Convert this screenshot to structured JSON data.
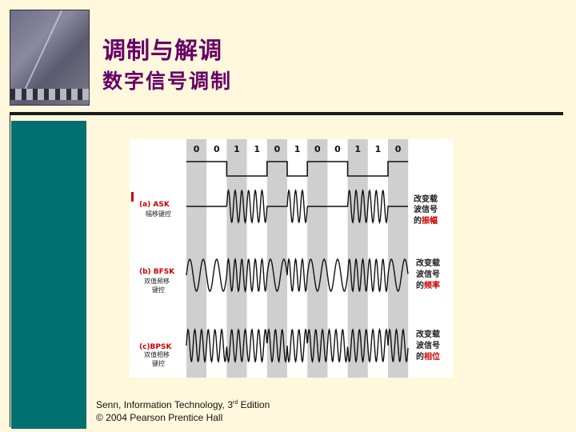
{
  "slide": {
    "title": "调制与解调",
    "subtitle": "数字信号调制"
  },
  "photo": {
    "description_icon": "stone-texture-image"
  },
  "figure": {
    "bits": [
      "0",
      "0",
      "1",
      "1",
      "0",
      "1",
      "0",
      "0",
      "1",
      "1",
      "0"
    ],
    "rows": [
      {
        "label": "(a) ASK",
        "sublabel": "幅移键控",
        "note_line1": "改变载",
        "note_line2": "波信号",
        "note_prefix": "的",
        "note_highlight": "振幅"
      },
      {
        "label": "(b) BFSK",
        "sublabel_1": "双值频移",
        "sublabel_2": "键控",
        "note_line1": "改变载",
        "note_line2": "波信号",
        "note_prefix": "的",
        "note_highlight": "频率"
      },
      {
        "label": "(c)BPSK",
        "sublabel_1": "双值相移",
        "sublabel_2": "键控",
        "note_line1": "改变载",
        "note_line2": "波信号",
        "note_prefix": "的",
        "note_highlight": "相位"
      }
    ],
    "colors": {
      "label": "#cc0000",
      "stripe": "#cfcfcf",
      "wave": "#111111"
    }
  },
  "credit": {
    "line1_pre": "Senn, Information Technology, 3",
    "line1_sup": "rd",
    "line1_post": " Edition",
    "line2": "© 2004 Pearson Prentice Hall"
  }
}
